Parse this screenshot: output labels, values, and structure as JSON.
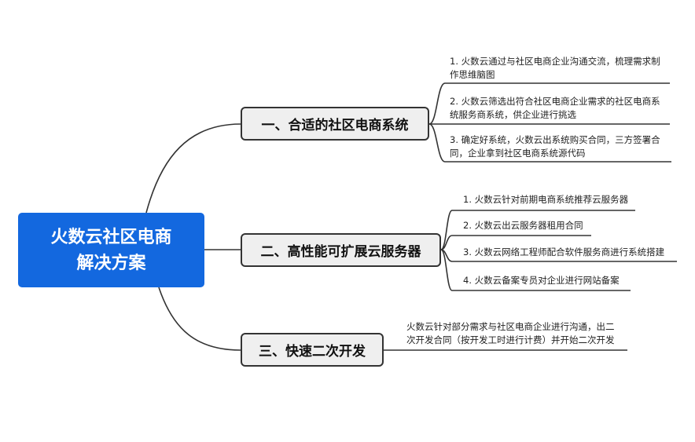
{
  "root": {
    "line1": "火数云社区电商",
    "line2": "解决方案"
  },
  "branches": [
    {
      "label": "一、合适的社区电商系统",
      "leaves": [
        {
          "lines": [
            "1. 火数云通过与社区电商企业沟通交流，梳理需求制",
            "作思维脑图"
          ]
        },
        {
          "lines": [
            "2. 火数云筛选出符合社区电商企业需求的社区电商系",
            "统服务商系统，供企业进行挑选"
          ]
        },
        {
          "lines": [
            "3. 确定好系统，火数云出系统购买合同，三方签署合",
            "同，企业拿到社区电商系统源代码"
          ]
        }
      ]
    },
    {
      "label": "二、高性能可扩展云服务器",
      "leaves": [
        {
          "lines": [
            "1. 火数云针对前期电商系统推荐云服务器"
          ]
        },
        {
          "lines": [
            "2. 火数云出云服务器租用合同"
          ]
        },
        {
          "lines": [
            "3. 火数云网络工程师配合软件服务商进行系统搭建"
          ]
        },
        {
          "lines": [
            "4. 火数云备案专员对企业进行网站备案"
          ]
        }
      ]
    },
    {
      "label": "三、快速二次开发",
      "leaves": [
        {
          "lines": [
            "火数云针对部分需求与社区电商企业进行沟通，出二",
            "次开发合同（按开发工时进行计费）并开始二次开发"
          ]
        }
      ]
    }
  ],
  "colors": {
    "root_fill": "#1368df",
    "branch_fill": "#efefef",
    "line": "#333333"
  }
}
